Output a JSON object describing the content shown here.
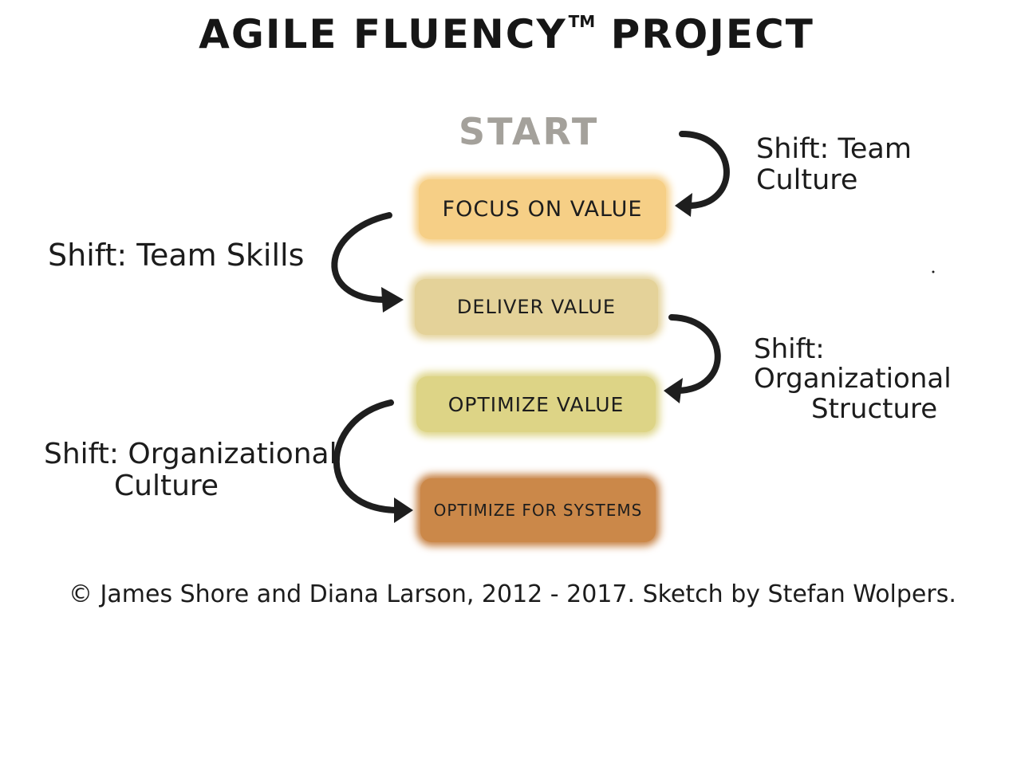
{
  "title": {
    "main": "AGILE FLUENCY",
    "trademark": "TM",
    "suffix": "PROJECT"
  },
  "start_label": "START",
  "stages": [
    "FOCUS ON VALUE",
    "DELIVER VALUE",
    "OPTIMIZE VALUE",
    "OPTIMIZE FOR SYSTEMS"
  ],
  "shifts": {
    "team_culture": "Shift: Team Culture",
    "team_skills": "Shift: Team Skills",
    "org_structure_line1": "Shift: Organizational",
    "org_structure_line2": "Structure",
    "org_culture_line1": "Shift: Organizational",
    "org_culture_line2": "Culture"
  },
  "credit": "© James Shore and Diana Larson, 2012 - 2017. Sketch by Stefan Wolpers.",
  "colors": {
    "focus_on_value": "#f6cf86",
    "deliver_value": "#e4d299",
    "optimize_value": "#ddd486",
    "optimize_for_systems": "#cb8849",
    "start": "#a4a19b",
    "ink": "#1c1c1c"
  }
}
